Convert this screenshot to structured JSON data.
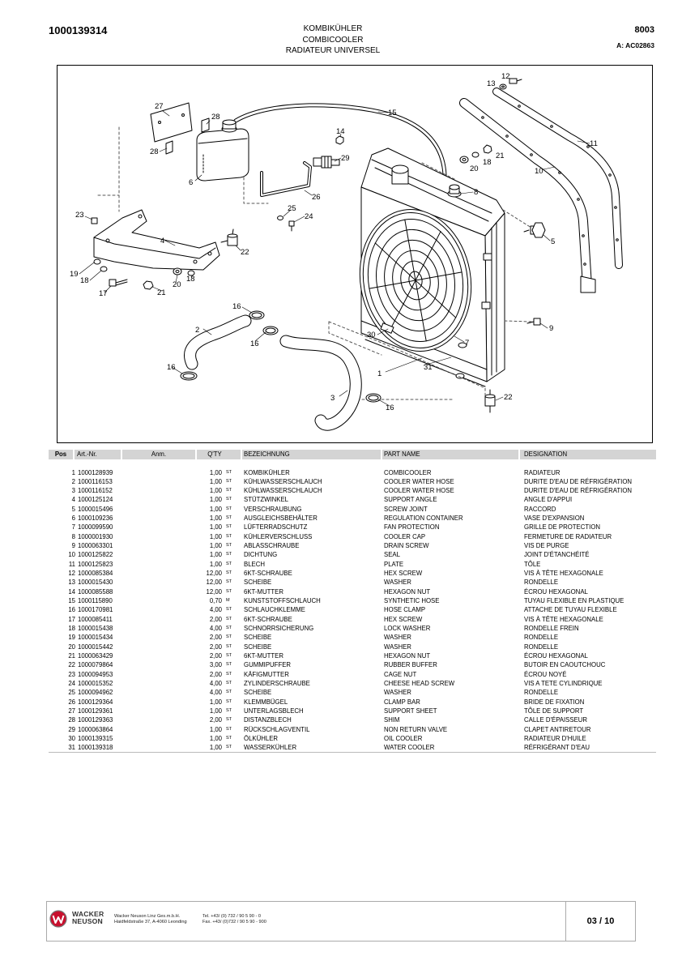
{
  "header": {
    "part_number": "1000139314",
    "title_de": "KOMBIKÜHLER",
    "title_en": "COMBICOOLER",
    "title_fr": "RADIATEUR UNIVERSEL",
    "page_code": "8003",
    "assembly": "A: AC02863"
  },
  "diagram": {
    "callouts": [
      "12",
      "13",
      "27",
      "28",
      "15",
      "14",
      "28",
      "29",
      "6",
      "26",
      "11",
      "21",
      "18",
      "20",
      "10",
      "8",
      "23",
      "25",
      "24",
      "4",
      "22",
      "5",
      "19",
      "18",
      "20",
      "18",
      "17",
      "21",
      "16",
      "2",
      "16",
      "30",
      "7",
      "9",
      "16",
      "31",
      "1",
      "3",
      "16",
      "22"
    ]
  },
  "table": {
    "columns": {
      "pos": "Pos",
      "art": "Art.-Nr.",
      "anm": "Anm.",
      "qty": "Q'TY",
      "bez": "BEZEICHNUNG",
      "part": "PART NAME",
      "des": "DESIGNATION"
    },
    "rows": [
      {
        "pos": "1",
        "art": "1000128939",
        "qty": "1,00",
        "unit": "ST",
        "bez": "KOMBIKÜHLER",
        "part": "COMBICOOLER",
        "des": "RADIATEUR"
      },
      {
        "pos": "2",
        "art": "1000116153",
        "qty": "1,00",
        "unit": "ST",
        "bez": "KÜHLWASSERSCHLAUCH",
        "part": "COOLER WATER HOSE",
        "des": "DURITE D'EAU DE RÉFRIGÉRATION"
      },
      {
        "pos": "3",
        "art": "1000116152",
        "qty": "1,00",
        "unit": "ST",
        "bez": "KÜHLWASSERSCHLAUCH",
        "part": "COOLER WATER HOSE",
        "des": "DURITE D'EAU DE RÉFRIGÉRATION"
      },
      {
        "pos": "4",
        "art": "1000125124",
        "qty": "1,00",
        "unit": "ST",
        "bez": "STÜTZWINKEL",
        "part": "SUPPORT ANGLE",
        "des": "ANGLE D'APPUI"
      },
      {
        "pos": "5",
        "art": "1000015496",
        "qty": "1,00",
        "unit": "ST",
        "bez": "VERSCHRAUBUNG",
        "part": "SCREW JOINT",
        "des": "RACCORD"
      },
      {
        "pos": "6",
        "art": "1000109236",
        "qty": "1,00",
        "unit": "ST",
        "bez": "AUSGLEICHSBEHÄLTER",
        "part": "REGULATION CONTAINER",
        "des": "VASE D'EXPANSION"
      },
      {
        "pos": "7",
        "art": "1000099590",
        "qty": "1,00",
        "unit": "ST",
        "bez": "LÜFTERRADSCHUTZ",
        "part": "FAN PROTECTION",
        "des": "GRILLE DE PROTECTION"
      },
      {
        "pos": "8",
        "art": "1000001930",
        "qty": "1,00",
        "unit": "ST",
        "bez": "KÜHLERVERSCHLUSS",
        "part": "COOLER CAP",
        "des": "FERMETURE DE RADIATEUR"
      },
      {
        "pos": "9",
        "art": "1000063301",
        "qty": "1,00",
        "unit": "ST",
        "bez": "ABLASSCHRAUBE",
        "part": "DRAIN SCREW",
        "des": "VIS DE PURGE"
      },
      {
        "pos": "10",
        "art": "1000125822",
        "qty": "1,00",
        "unit": "ST",
        "bez": "DICHTUNG",
        "part": "SEAL",
        "des": "JOINT D'ÉTANCHÉITÉ"
      },
      {
        "pos": "11",
        "art": "1000125823",
        "qty": "1,00",
        "unit": "ST",
        "bez": "BLECH",
        "part": "PLATE",
        "des": "TÔLE"
      },
      {
        "pos": "12",
        "art": "1000085384",
        "qty": "12,00",
        "unit": "ST",
        "bez": "6KT-SCHRAUBE",
        "part": "HEX SCREW",
        "des": "VIS À TÊTE HEXAGONALE"
      },
      {
        "pos": "13",
        "art": "1000015430",
        "qty": "12,00",
        "unit": "ST",
        "bez": "SCHEIBE",
        "part": "WASHER",
        "des": "RONDELLE"
      },
      {
        "pos": "14",
        "art": "1000085588",
        "qty": "12,00",
        "unit": "ST",
        "bez": "6KT-MUTTER",
        "part": "HEXAGON NUT",
        "des": "ÉCROU HEXAGONAL"
      },
      {
        "pos": "15",
        "art": "1000115890",
        "qty": "0,70",
        "unit": "M",
        "bez": "KUNSTSTOFFSCHLAUCH",
        "part": "SYNTHETIC HOSE",
        "des": "TUYAU FLEXIBLE EN PLASTIQUE"
      },
      {
        "pos": "16",
        "art": "1000170981",
        "qty": "4,00",
        "unit": "ST",
        "bez": "SCHLAUCHKLEMME",
        "part": "HOSE CLAMP",
        "des": "ATTACHE DE TUYAU FLEXIBLE"
      },
      {
        "pos": "17",
        "art": "1000085411",
        "qty": "2,00",
        "unit": "ST",
        "bez": "6KT-SCHRAUBE",
        "part": "HEX SCREW",
        "des": "VIS À TÊTE HEXAGONALE"
      },
      {
        "pos": "18",
        "art": "1000015438",
        "qty": "4,00",
        "unit": "ST",
        "bez": "SCHNORRSICHERUNG",
        "part": "LOCK WASHER",
        "des": "RONDELLE FREIN"
      },
      {
        "pos": "19",
        "art": "1000015434",
        "qty": "2,00",
        "unit": "ST",
        "bez": "SCHEIBE",
        "part": "WASHER",
        "des": "RONDELLE"
      },
      {
        "pos": "20",
        "art": "1000015442",
        "qty": "2,00",
        "unit": "ST",
        "bez": "SCHEIBE",
        "part": "WASHER",
        "des": "RONDELLE"
      },
      {
        "pos": "21",
        "art": "1000063429",
        "qty": "2,00",
        "unit": "ST",
        "bez": "6KT-MUTTER",
        "part": "HEXAGON NUT",
        "des": "ÉCROU HEXAGONAL"
      },
      {
        "pos": "22",
        "art": "1000079864",
        "qty": "3,00",
        "unit": "ST",
        "bez": "GUMMIPUFFER",
        "part": "RUBBER BUFFER",
        "des": "BUTOIR EN CAOUTCHOUC"
      },
      {
        "pos": "23",
        "art": "1000094953",
        "qty": "2,00",
        "unit": "ST",
        "bez": "KÄFIGMUTTER",
        "part": "CAGE NUT",
        "des": "ÉCROU NOYÉ"
      },
      {
        "pos": "24",
        "art": "1000015352",
        "qty": "4,00",
        "unit": "ST",
        "bez": "ZYLINDERSCHRAUBE",
        "part": "CHEESE HEAD SCREW",
        "des": "VIS A TETE CYLINDRIQUE"
      },
      {
        "pos": "25",
        "art": "1000094962",
        "qty": "4,00",
        "unit": "ST",
        "bez": "SCHEIBE",
        "part": "WASHER",
        "des": "RONDELLE"
      },
      {
        "pos": "26",
        "art": "1000129364",
        "qty": "1,00",
        "unit": "ST",
        "bez": "KLEMMBÜGEL",
        "part": "CLAMP BAR",
        "des": "BRIDE DE FIXATION"
      },
      {
        "pos": "27",
        "art": "1000129361",
        "qty": "1,00",
        "unit": "ST",
        "bez": "UNTERLAGSBLECH",
        "part": "SUPPORT SHEET",
        "des": "TÔLE DE SUPPORT"
      },
      {
        "pos": "28",
        "art": "1000129363",
        "qty": "2,00",
        "unit": "ST",
        "bez": "DISTANZBLECH",
        "part": "SHIM",
        "des": "CALLE D'ÉPAISSEUR"
      },
      {
        "pos": "29",
        "art": "1000063864",
        "qty": "1,00",
        "unit": "ST",
        "bez": "RÜCKSCHLAGVENTIL",
        "part": "NON RETURN VALVE",
        "des": "CLAPET ANTIRETOUR"
      },
      {
        "pos": "30",
        "art": "1000139315",
        "qty": "1,00",
        "unit": "ST",
        "bez": "ÖLKÜHLER",
        "part": "OIL COOLER",
        "des": "RADIATEUR D'HUILE"
      },
      {
        "pos": "31",
        "art": "1000139318",
        "qty": "1,00",
        "unit": "ST",
        "bez": "WASSERKÜHLER",
        "part": "WATER COOLER",
        "des": "RÉFRIGÉRANT D'EAU"
      }
    ]
  },
  "footer": {
    "logo_line1": "WACKER",
    "logo_line2": "NEUSON",
    "company": "Wacker Neuson Linz Ges.m.b.H.",
    "address": "Haidfeldstraße 37, A-4060 Leonding",
    "tel": "Tel. +43/ (0) 732 / 90 5 90 - 0",
    "fax": "Fax. +43/ (0)732 / 90 5 90 - 900",
    "page": "03 / 10"
  },
  "colors": {
    "logo_red": "#c8102e",
    "header_cell_gray": "#d4d4d4",
    "line": "#000000"
  }
}
